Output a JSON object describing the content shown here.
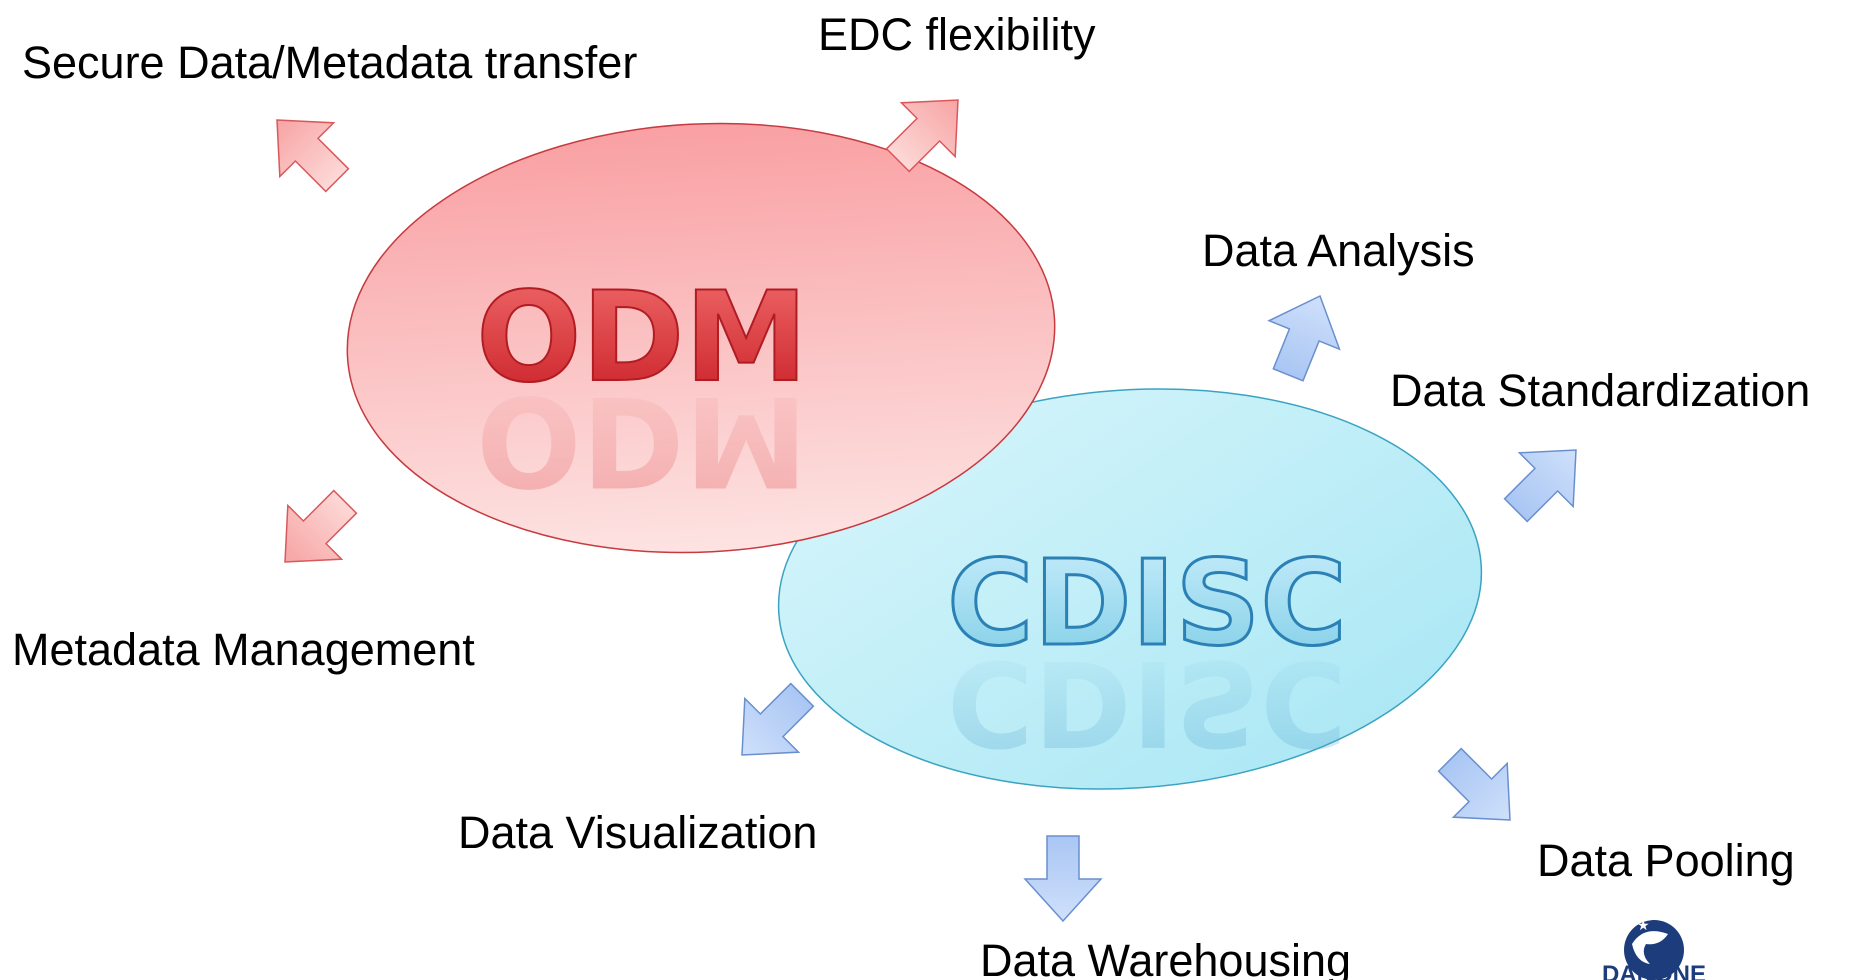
{
  "ellipses": {
    "odm": {
      "label": "ODM",
      "color": "#e8474c"
    },
    "cdisc": {
      "label": "CDISC",
      "color": "#4fb8d8"
    }
  },
  "labels": {
    "secure_transfer": "Secure Data/Metadata transfer",
    "edc_flexibility": "EDC flexibility",
    "metadata_management": "Metadata Management",
    "data_analysis": "Data Analysis",
    "data_standardization": "Data Standardization",
    "data_visualization": "Data Visualization",
    "data_warehousing": "Data Warehousing",
    "data_pooling": "Data Pooling"
  },
  "logo": {
    "text": "DANONE",
    "color": "#1d3c7c"
  }
}
